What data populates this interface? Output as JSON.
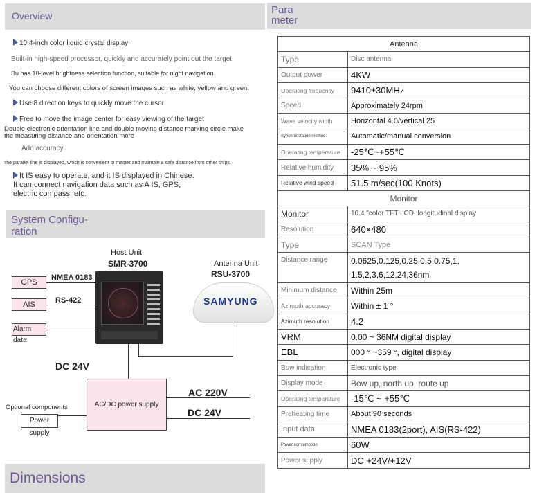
{
  "headers": {
    "overview": "Overview",
    "param_line1": "Para",
    "param_line2": "meter",
    "sysconf_line1": "System Configu-",
    "sysconf_line2": "ration",
    "dimensions": "Dimensions"
  },
  "overview": {
    "items": [
      "10.4-inch color liquid crystal display",
      "Built-in high-speed processor, quickly and accurately point out the target",
      "Bu has 10-level brightness selection function, suitable for night navigation",
      "You can choose different colors of screen images such as white, yellow and green.",
      "Use 8 direction keys to quickly move the cursor",
      "Free to move the image center for easy viewing of the target",
      "Double electronic orientation line and double moving distance marking circle make",
      "the measuring distance and orientation more",
      "Add accuracy",
      "The parallel line is displayed, which is convenient to master and maintain a safe distance from other ships.",
      "It IS easy to operate, and it IS displayed in Chinese.",
      "It can connect navigation data such as A IS, GPS,",
      "electric compass, etc."
    ]
  },
  "parameters": {
    "antenna_section": "Antenna",
    "monitor_section": "Monitor",
    "antenna_rows": [
      {
        "label": "Type",
        "value": "Disc antenna"
      },
      {
        "label": "Output power",
        "value": "4KW"
      },
      {
        "label": "Operating frequency",
        "value": "9410±30MHz"
      },
      {
        "label": "Speed",
        "value": "Approximately 24rpm"
      },
      {
        "label": "Wave velocity width",
        "value": "Horizontal 4.0/vertical 25"
      },
      {
        "label": "Synchronization method",
        "value": "Automatic/manual conversion"
      },
      {
        "label": "Operating temperature",
        "value": "-25℃~+55℃"
      },
      {
        "label": "Relative humidity",
        "value": "35% ~ 95%"
      },
      {
        "label": "Relative wind speed",
        "value": "51.5 m/sec(100 Knots)"
      }
    ],
    "monitor_rows": [
      {
        "label": "Monitor",
        "value": "10.4 \"color TFT LCD, longitudinal display"
      },
      {
        "label": "Resolution",
        "value": "640×480"
      },
      {
        "label": "Type",
        "value": "SCAN Type"
      },
      {
        "label": "Distance range",
        "value": "0.0625,0.125,0.25,0.5,0.75,1,",
        "value2": "1.5,2,3,6,12,24,36nm"
      },
      {
        "label": "Minimum distance",
        "value": "Within 25m"
      },
      {
        "label": "Azimuth accuracy",
        "value": "Within ± 1 °"
      },
      {
        "label": "Azimuth resolution",
        "value": "4.2"
      },
      {
        "label": "VRM",
        "value": "0.00 ~ 36NM digital display"
      },
      {
        "label": "EBL",
        "value": "000 ° ~359 °, digital display"
      },
      {
        "label": "Bow indication",
        "value": "Electronic type"
      },
      {
        "label": "Display mode",
        "value": "Bow up, north up, route up"
      },
      {
        "label": "Operating temperature",
        "value": "-15℃ ~ +55℃"
      },
      {
        "label": "Preheating time",
        "value": "About 90 seconds"
      },
      {
        "label": "Input data",
        "value": "NMEA 0183(2port), AIS(RS-422)"
      },
      {
        "label": "Power consumption",
        "value": "60W"
      },
      {
        "label": "Power supply",
        "value": "DC +24V/+12V"
      }
    ]
  },
  "diagram": {
    "host_unit": "Host Unit",
    "host_model": "SMR-3700",
    "antenna_unit": "Antenna Unit",
    "antenna_model": "RSU-3700",
    "antenna_brand": "SAMYUNG",
    "gps": "GPS",
    "ais": "AIS",
    "nmea": "NMEA 0183",
    "rs422": "RS-422",
    "alarm": "Alarm data",
    "dc24_top": "DC 24V",
    "acdc": "AC/DC power supply",
    "ac220": "AC 220V",
    "dc24_bottom": "DC 24V",
    "optional": "Optional components",
    "power_supply": "Power supply"
  }
}
